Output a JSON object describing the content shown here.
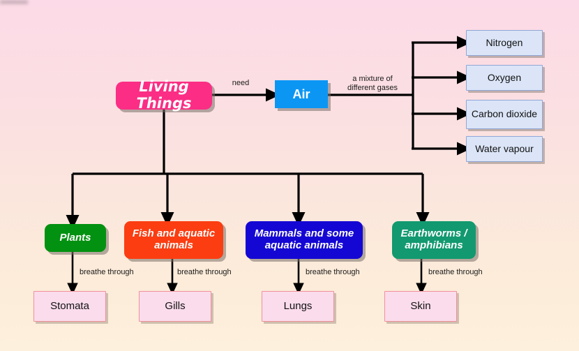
{
  "diagram": {
    "title": "Living Things need Air",
    "background_top_color": "#fcdae7",
    "background_bottom_color": "#fdf0dc"
  },
  "nodes": {
    "living_things": {
      "label": "Living Things",
      "color": "#fb2d84"
    },
    "air": {
      "label": "Air",
      "color": "#0c96f4"
    },
    "gases": [
      {
        "label": "Nitrogen",
        "color": "#dbe5f7"
      },
      {
        "label": "Oxygen",
        "color": "#dbe5f7"
      },
      {
        "label": "Carbon dioxide",
        "color": "#dbe5f7"
      },
      {
        "label": "Water vapour",
        "color": "#dbe5f7"
      }
    ],
    "organisms": [
      {
        "label": "Plants",
        "color": "#039111"
      },
      {
        "label": "Fish and aquatic animals",
        "color": "#fb3d11"
      },
      {
        "label": "Mammals and some aquatic animals",
        "color": "#1407d4"
      },
      {
        "label": "Earthworms / amphibians",
        "color": "#12996f"
      }
    ],
    "organs": [
      {
        "label": "Stomata",
        "color": "#fadcec"
      },
      {
        "label": "Gills",
        "color": "#fadcec"
      },
      {
        "label": "Lungs",
        "color": "#fadcec"
      },
      {
        "label": "Skin",
        "color": "#fadcec"
      }
    ]
  },
  "edge_labels": {
    "need": "need",
    "mixture": "a mixture of\ndifferent gases",
    "breathe_1": "breathe through",
    "breathe_2": "breathe through",
    "breathe_3": "breathe through",
    "breathe_4": "breathe through"
  }
}
